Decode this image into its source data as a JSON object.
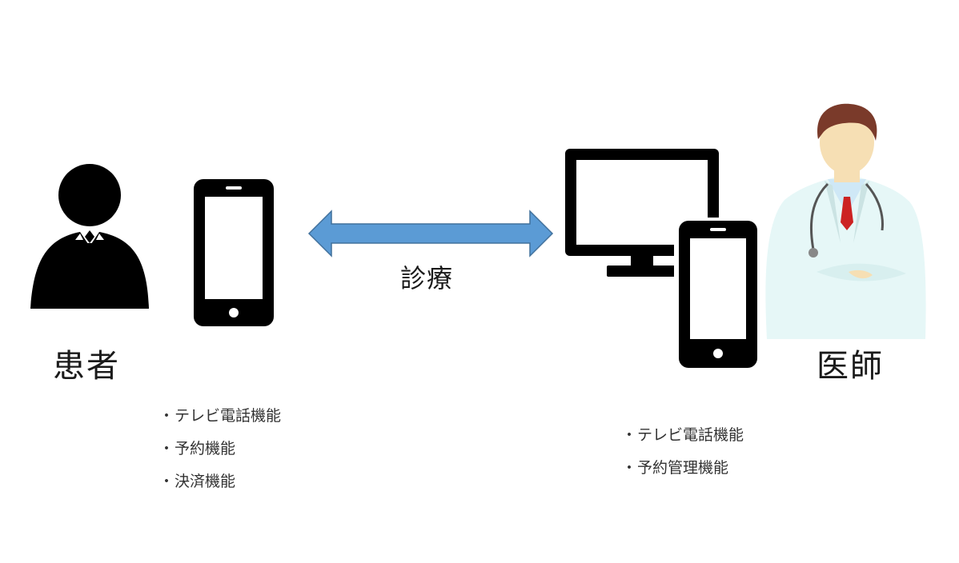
{
  "patient": {
    "label": "患者",
    "icon": "person-icon",
    "device_icon": "smartphone-icon",
    "features": [
      "テレビ電話機能",
      "予約機能",
      "決済機能"
    ]
  },
  "connection": {
    "label": "診療",
    "icon": "double-arrow-icon",
    "color": "#5b9bd5"
  },
  "doctor": {
    "label": "医師",
    "icon": "doctor-icon",
    "device_icons": [
      "monitor-icon",
      "smartphone-icon"
    ],
    "features": [
      "テレビ電話機能",
      "予約管理機能"
    ]
  },
  "bullet": "・"
}
